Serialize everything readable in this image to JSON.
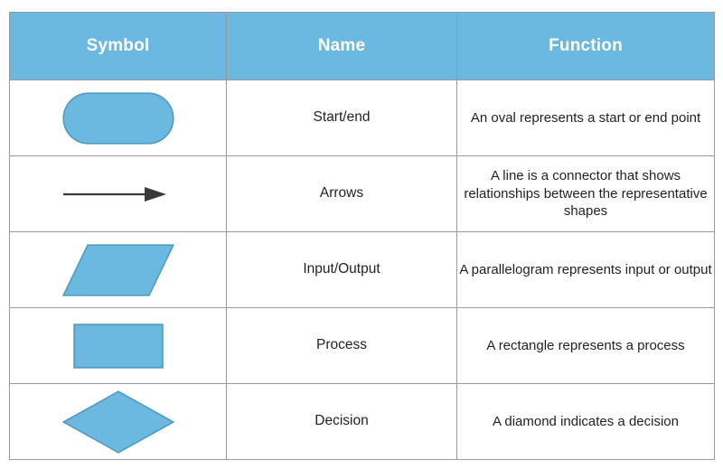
{
  "table": {
    "headers": [
      {
        "label": "Symbol"
      },
      {
        "label": "Name"
      },
      {
        "label": "Function"
      }
    ],
    "rows": [
      {
        "symbol_icon": "rounded-rectangle-terminator-shape",
        "name": "Start/end",
        "function": "An oval represents a start or end point"
      },
      {
        "symbol_icon": "arrow-connector-shape",
        "name": "Arrows",
        "function": "A line is a connector that shows relationships between the representative shapes"
      },
      {
        "symbol_icon": "parallelogram-shape",
        "name": "Input/Output",
        "function": "A parallelogram represents input or output"
      },
      {
        "symbol_icon": "rectangle-shape",
        "name": "Process",
        "function": "A rectangle represents a process"
      },
      {
        "symbol_icon": "diamond-shape",
        "name": "Decision",
        "function": "A diamond indicates a decision"
      }
    ]
  },
  "colors": {
    "header_background": "#6BB9E0",
    "header_text": "#FFFFFF",
    "shape_fill": "#6BB9E0",
    "shape_stroke": "#4D9BBF",
    "arrow_stroke": "#3A3A3A",
    "grid_line": "#9A9A9A",
    "body_text": "#231F20",
    "page_background": "#FFFFFF"
  }
}
